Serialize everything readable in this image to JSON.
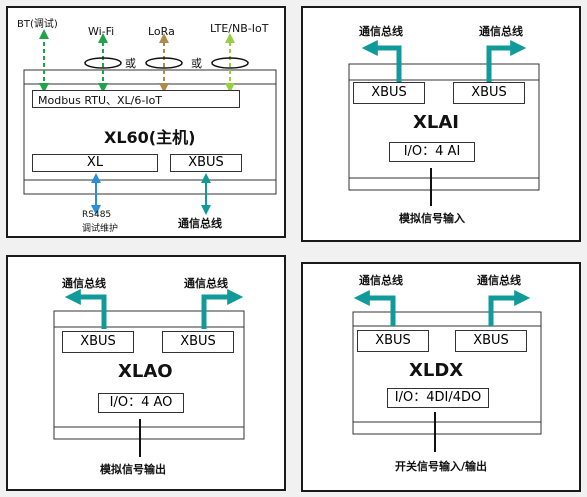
{
  "colors": {
    "teal": "#119a9a",
    "green": "#22a34a",
    "tan": "#b08a4a",
    "lime": "#9acd44",
    "blue": "#2a8fd8",
    "border": "#1a1a1a"
  },
  "panel1": {
    "bt_label": "BT(调试)",
    "wifi_label": "Wi-Fi",
    "lora_label": "LoRa",
    "lte_label": "LTE/NB-IoT",
    "or_1": "或",
    "or_2": "或",
    "modbus_label": "Modbus RTU、XL/6-IoT",
    "title": "XL60(主机)",
    "xl_label": "XL",
    "xbus_label": "XBUS",
    "rs485_line1": "RS485",
    "rs485_line2": "调试维护",
    "bus_label": "通信总线"
  },
  "panel2": {
    "bus_left": "通信总线",
    "bus_right": "通信总线",
    "xbus_left": "XBUS",
    "xbus_right": "XBUS",
    "title": "XLAI",
    "io_label": "I/O：4 AI",
    "signal_label": "模拟信号输入"
  },
  "panel3": {
    "bus_left": "通信总线",
    "bus_right": "通信总线",
    "xbus_left": "XBUS",
    "xbus_right": "XBUS",
    "title": "XLAO",
    "io_label": "I/O：4 AO",
    "signal_label": "模拟信号输出"
  },
  "panel4": {
    "bus_left": "通信总线",
    "bus_right": "通信总线",
    "xbus_left": "XBUS",
    "xbus_right": "XBUS",
    "title": "XLDX",
    "io_label": "I/O：4DI/4DO",
    "signal_label": "开关信号输入/输出"
  }
}
